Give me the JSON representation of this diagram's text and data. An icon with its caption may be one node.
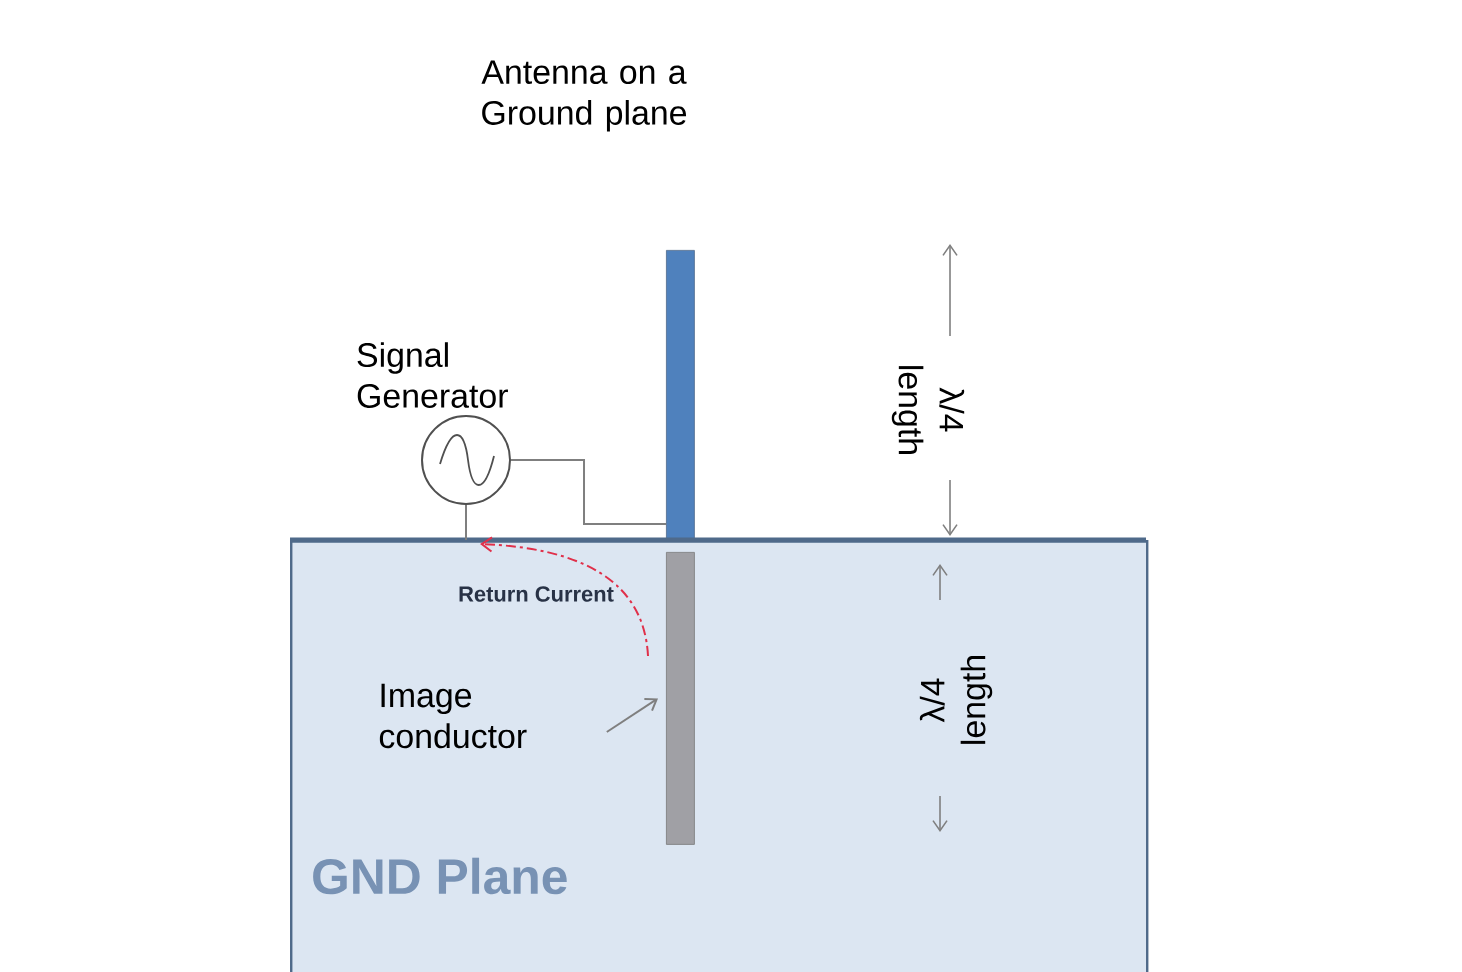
{
  "diagram": {
    "title": "Antenna on a Ground plane",
    "nodes": [
      {
        "text": [],
        "shape": "bar"
      },
      {
        "text": [
          "Signal Generator"
        ]
      },
      {
        "text": [
          "GND Plane"
        ]
      },
      {
        "text": [],
        "shape": "bar",
        "in": 2
      },
      {
        "text": [
          "Image conductor"
        ],
        "in": 2
      }
    ],
    "edges": [
      {
        "from": 1,
        "to": 0,
        "arrow": "none"
      },
      {
        "from": 1,
        "to": 2,
        "arrow": "none"
      },
      {
        "from": 3,
        "to": 2,
        "arrow": "to",
        "label": "Return Current",
        "style": "dashed",
        "color": "#e0304a"
      },
      {
        "from": 4,
        "to": 3,
        "arrow": "to"
      }
    ],
    "labels": [
      "λ/4 length",
      "λ/4 length"
    ]
  }
}
